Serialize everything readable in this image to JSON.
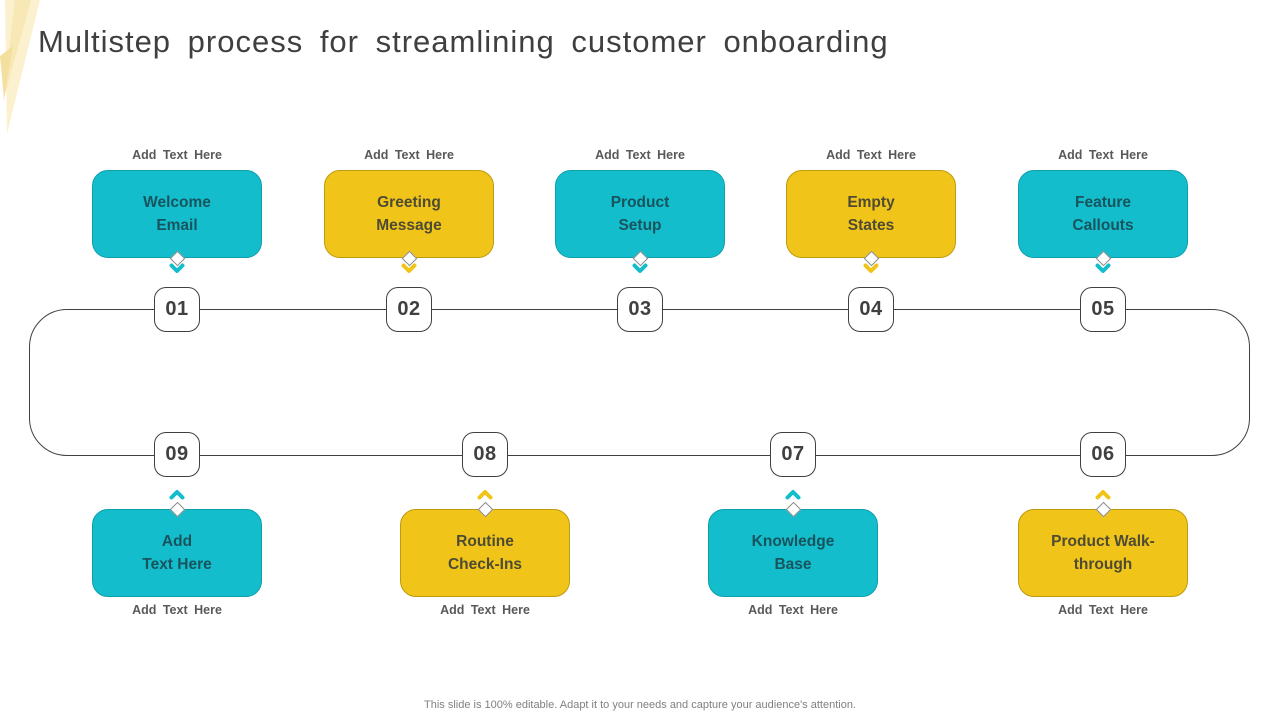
{
  "colors": {
    "teal": "#14BDCB",
    "teal_border": "#0E9FAC",
    "teal_text": "#17545E",
    "yellow": "#F0C418",
    "yellow_border": "#BE9A0F",
    "yellow_text": "#4E4B35",
    "line": "#404040",
    "badge_text": "#404040",
    "note_text": "#595959",
    "title_text": "#3F3F3F",
    "footer_text": "#808080",
    "decoration_light": "#FBF1CF",
    "decoration_mid": "#F6E7B2",
    "decoration_dark": "#F3DF9E"
  },
  "title": "Multistep process for streamlining customer onboarding",
  "footer": "This slide is 100% editable. Adapt it to your needs and capture your audience's attention.",
  "top_steps": [
    {
      "number": "01",
      "line1": "Welcome",
      "line2": "Email",
      "color": "teal",
      "note": "Add Text Here"
    },
    {
      "number": "02",
      "line1": "Greeting",
      "line2": "Message",
      "color": "yellow",
      "note": "Add Text Here"
    },
    {
      "number": "03",
      "line1": "Product",
      "line2": "Setup",
      "color": "teal",
      "note": "Add Text Here"
    },
    {
      "number": "04",
      "line1": "Empty",
      "line2": "States",
      "color": "yellow",
      "note": "Add Text Here"
    },
    {
      "number": "05",
      "line1": "Feature",
      "line2": "Callouts",
      "color": "teal",
      "note": "Add Text Here"
    }
  ],
  "bottom_steps": [
    {
      "number": "09",
      "line1": "Add",
      "line2": "Text Here",
      "color": "teal",
      "note": "Add Text Here"
    },
    {
      "number": "08",
      "line1": "Routine",
      "line2": "Check-Ins",
      "color": "yellow",
      "note": "Add Text Here"
    },
    {
      "number": "07",
      "line1": "Knowledge",
      "line2": "Base",
      "color": "teal",
      "note": "Add Text Here"
    },
    {
      "number": "06",
      "line1": "Product Walk-",
      "line2": "through",
      "color": "yellow",
      "note": "Add Text Here"
    }
  ]
}
